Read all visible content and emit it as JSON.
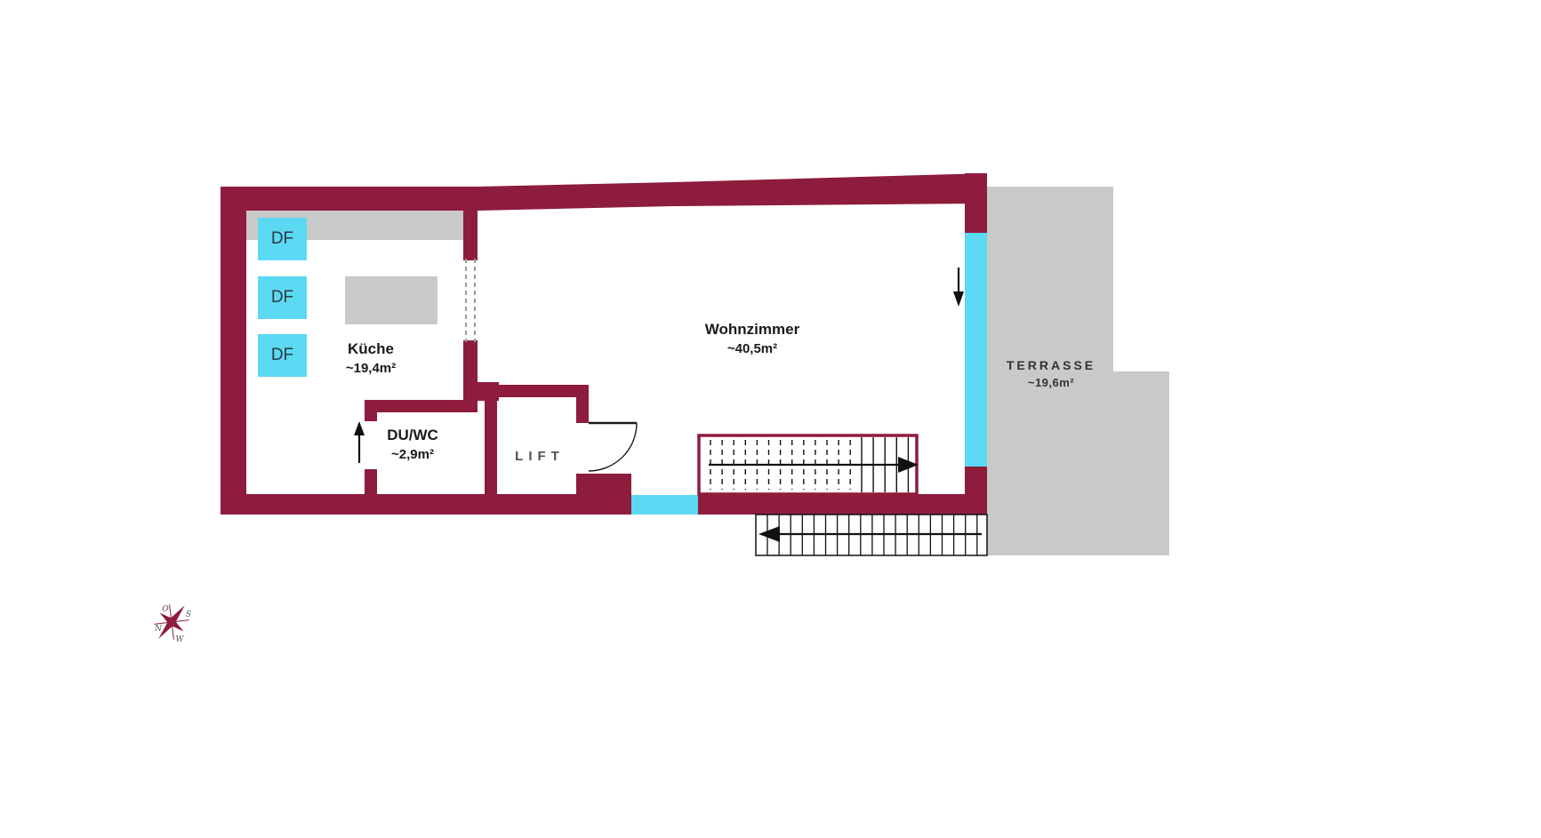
{
  "rooms": {
    "kueche": {
      "label": "Küche",
      "area": "~19,4m²"
    },
    "duwc": {
      "label": "DU/WC",
      "area": "~2,9m²"
    },
    "lift": {
      "label": "LIFT"
    },
    "wohnzimmer": {
      "label": "Wohnzimmer",
      "area": "~40,5m²"
    },
    "terrasse": {
      "label": "TERRASSE",
      "area": "~19,6m²"
    }
  },
  "roof_windows": {
    "df1": "DF",
    "df2": "DF",
    "df3": "DF"
  },
  "compass": {
    "north": "N",
    "east": "O",
    "south": "S",
    "west": "W"
  },
  "colors": {
    "wall": "#8e1c3c",
    "glass": "#5bd9f2",
    "surface_gray": "#c9c9c9",
    "label_text": "#1a1a1a",
    "lift_text": "#4f4f4f",
    "df_text": "#2c3a42"
  }
}
